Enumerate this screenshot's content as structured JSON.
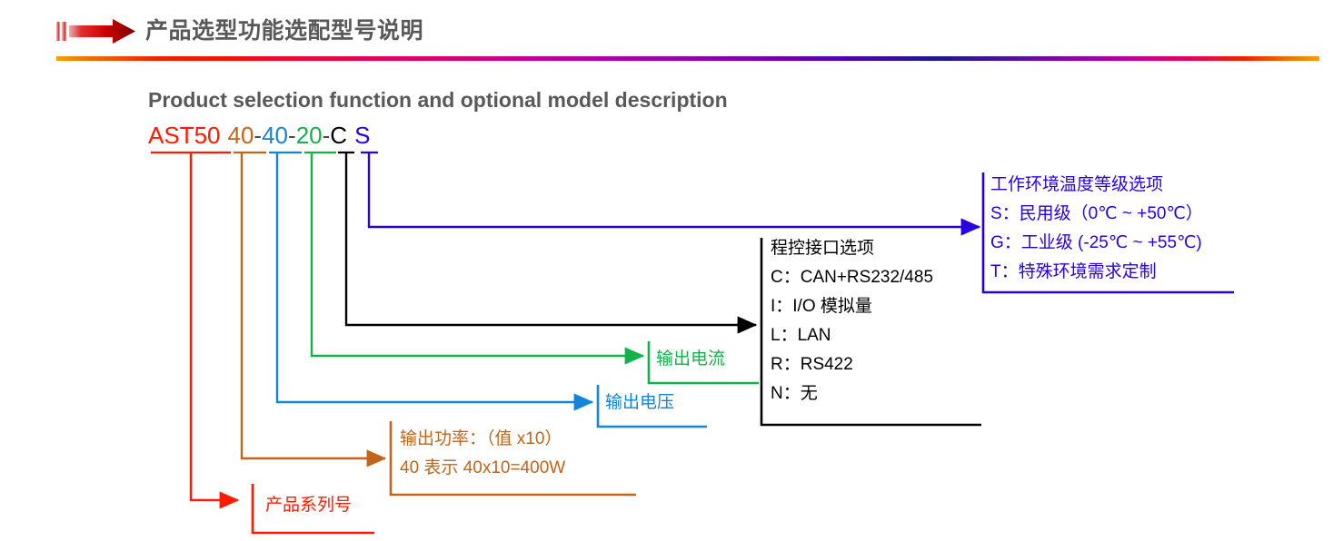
{
  "header": {
    "arrow_icon": "red-arrow-icon",
    "title": "产品选型功能选配型号说明",
    "divider": "gradient-rule"
  },
  "subtitle": "Product selection function and optional model description",
  "model_code": {
    "full": "AST50 40-40-20-C S",
    "segments": [
      {
        "id": "series",
        "text": "AST50",
        "color": "#ff1a00"
      },
      {
        "id": "power",
        "text": "40",
        "color": "#c0651a"
      },
      {
        "id": "voltage",
        "text": "40",
        "color": "#1484d6"
      },
      {
        "id": "current",
        "text": "20",
        "color": "#12b24a"
      },
      {
        "id": "interface",
        "text": "C",
        "color": "#000000"
      },
      {
        "id": "temp",
        "text": "S",
        "color": "#2a00e0"
      }
    ],
    "dash": "-"
  },
  "callouts": {
    "temperature": {
      "color": "#2a00e0",
      "title": "工作环境温度等级选项",
      "lines": [
        "S：民用级（0℃ ~ +50℃）",
        "G：工业级 (-25℃ ~ +55℃)",
        "T：特殊环境需求定制"
      ]
    },
    "interface": {
      "color": "#000000",
      "title": "程控接口选项",
      "lines": [
        "C：CAN+RS232/485",
        "I：I/O 模拟量",
        "L：LAN",
        "R：RS422",
        "N：无"
      ]
    },
    "current": {
      "color": "#12b24a",
      "title": "输出电流",
      "lines": []
    },
    "voltage": {
      "color": "#1484d6",
      "title": "输出电压",
      "lines": []
    },
    "power": {
      "color": "#c0651a",
      "title": "输出功率：（值 x10）",
      "lines": [
        "40 表示 40x10=400W"
      ]
    },
    "series": {
      "color": "#ff1a00",
      "title": "产品系列号",
      "lines": []
    }
  }
}
